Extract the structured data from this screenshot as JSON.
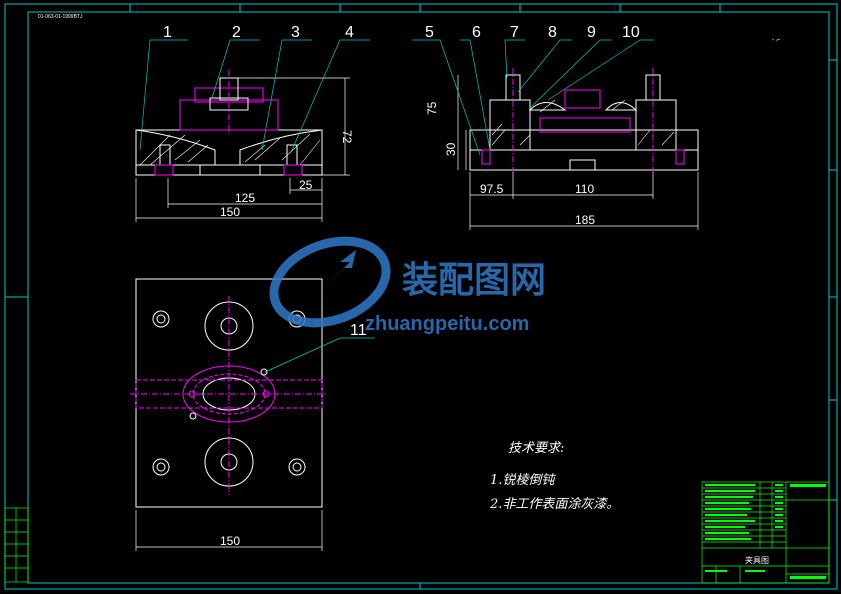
{
  "header_code": "01-063-01-1999BTJ",
  "corner_mark": "- ⌐",
  "part_numbers": [
    "1",
    "2",
    "3",
    "4",
    "5",
    "6",
    "7",
    "8",
    "9",
    "10",
    "11"
  ],
  "dimensions": {
    "front_height": "72",
    "front_width_outer": "150",
    "front_width_inner": "125",
    "front_small": "25",
    "side_height_total": "75",
    "side_height_low": "30",
    "side_offset": "97.5",
    "side_span": "110",
    "side_width_total": "185",
    "top_width": "150"
  },
  "technical_requirements": {
    "title": "技术要求:",
    "items": [
      "1.锐棱倒钝",
      "2.非工作表面涂灰漆。"
    ]
  },
  "title_block": {
    "name": "夹具图"
  },
  "watermark": {
    "brand": "装配图网",
    "url": "zhuangpeitu.com"
  },
  "colors": {
    "background": "#000000",
    "border": "#00c8c8",
    "lines": "#ffffff",
    "centerline": "#ff00ff",
    "hatch": "#ffffff",
    "table": "#00ff00",
    "watermark": "#2e79c8"
  }
}
